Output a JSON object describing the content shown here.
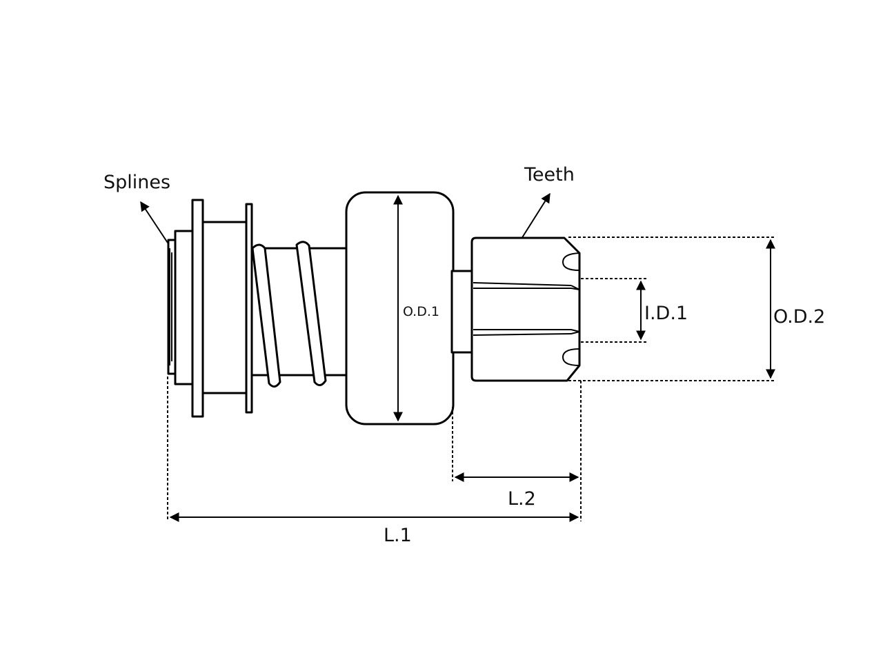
{
  "labels": {
    "splines": "Splines",
    "teeth": "Teeth",
    "od1": "O.D.1",
    "id1": "I.D.1",
    "od2": "O.D.2",
    "l1": "L.1",
    "l2": "L.2"
  }
}
